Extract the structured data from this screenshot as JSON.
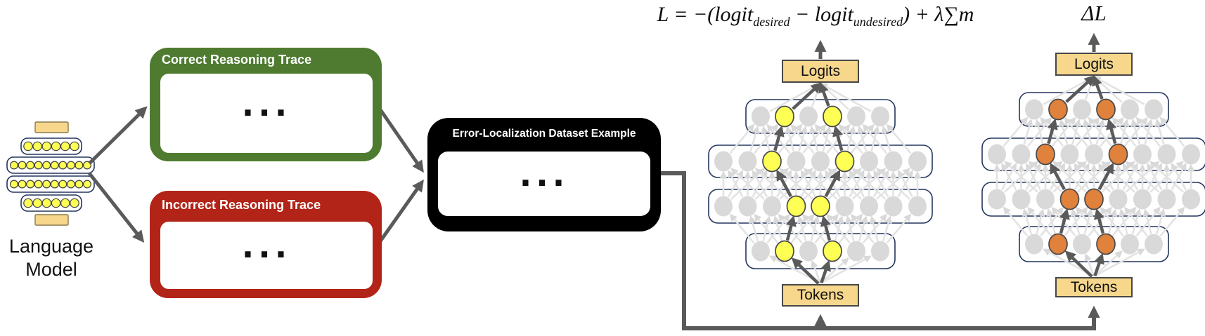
{
  "colors": {
    "green_box": "#4e7b30",
    "red_box": "#b22418",
    "black_box": "#000000",
    "tan_fill": "#f6d78c",
    "tan_border": "#474747",
    "yellow_node": "#fdff54",
    "orange_node": "#e0813c",
    "gray_node": "#d9d9d9",
    "layer_border": "#24365e",
    "dark_arrow": "#5a5a5a",
    "mesh_arrow": "#e0e0e0"
  },
  "language_model": {
    "line1": "Language",
    "line2": "Model",
    "rows": [
      6,
      10,
      10,
      6
    ]
  },
  "trace_boxes": [
    {
      "title": "Correct Reasoning Trace",
      "content": "...",
      "color": "#4e7b30"
    },
    {
      "title": "Incorrect Reasoning Trace",
      "content": "...",
      "color": "#b22418"
    },
    {
      "title": "Error-Localization Dataset Example",
      "content": "...",
      "color": "#000000"
    }
  ],
  "formula": {
    "parts": [
      "L = −(logit",
      "desired",
      " − logit",
      "undesired",
      ") + λ∑m"
    ]
  },
  "delta_label": "ΔL",
  "networks": [
    {
      "id": "error-localization-network",
      "logits_label": "Logits",
      "tokens_label": "Tokens",
      "highlight_color": "#fdff54"
    },
    {
      "id": "ablated-network",
      "logits_label": "Logits",
      "tokens_label": "Tokens",
      "highlight_color": "#e0813c"
    }
  ],
  "network_structure": {
    "layers": [
      {
        "count": 6,
        "size": "narrow",
        "highlights": [
          1,
          3
        ]
      },
      {
        "count": 9,
        "size": "wide",
        "highlights": [
          3,
          4
        ]
      },
      {
        "count": 9,
        "size": "wide",
        "highlights": [
          2,
          5
        ]
      },
      {
        "count": 6,
        "size": "narrow",
        "highlights": [
          1,
          3
        ]
      }
    ]
  }
}
